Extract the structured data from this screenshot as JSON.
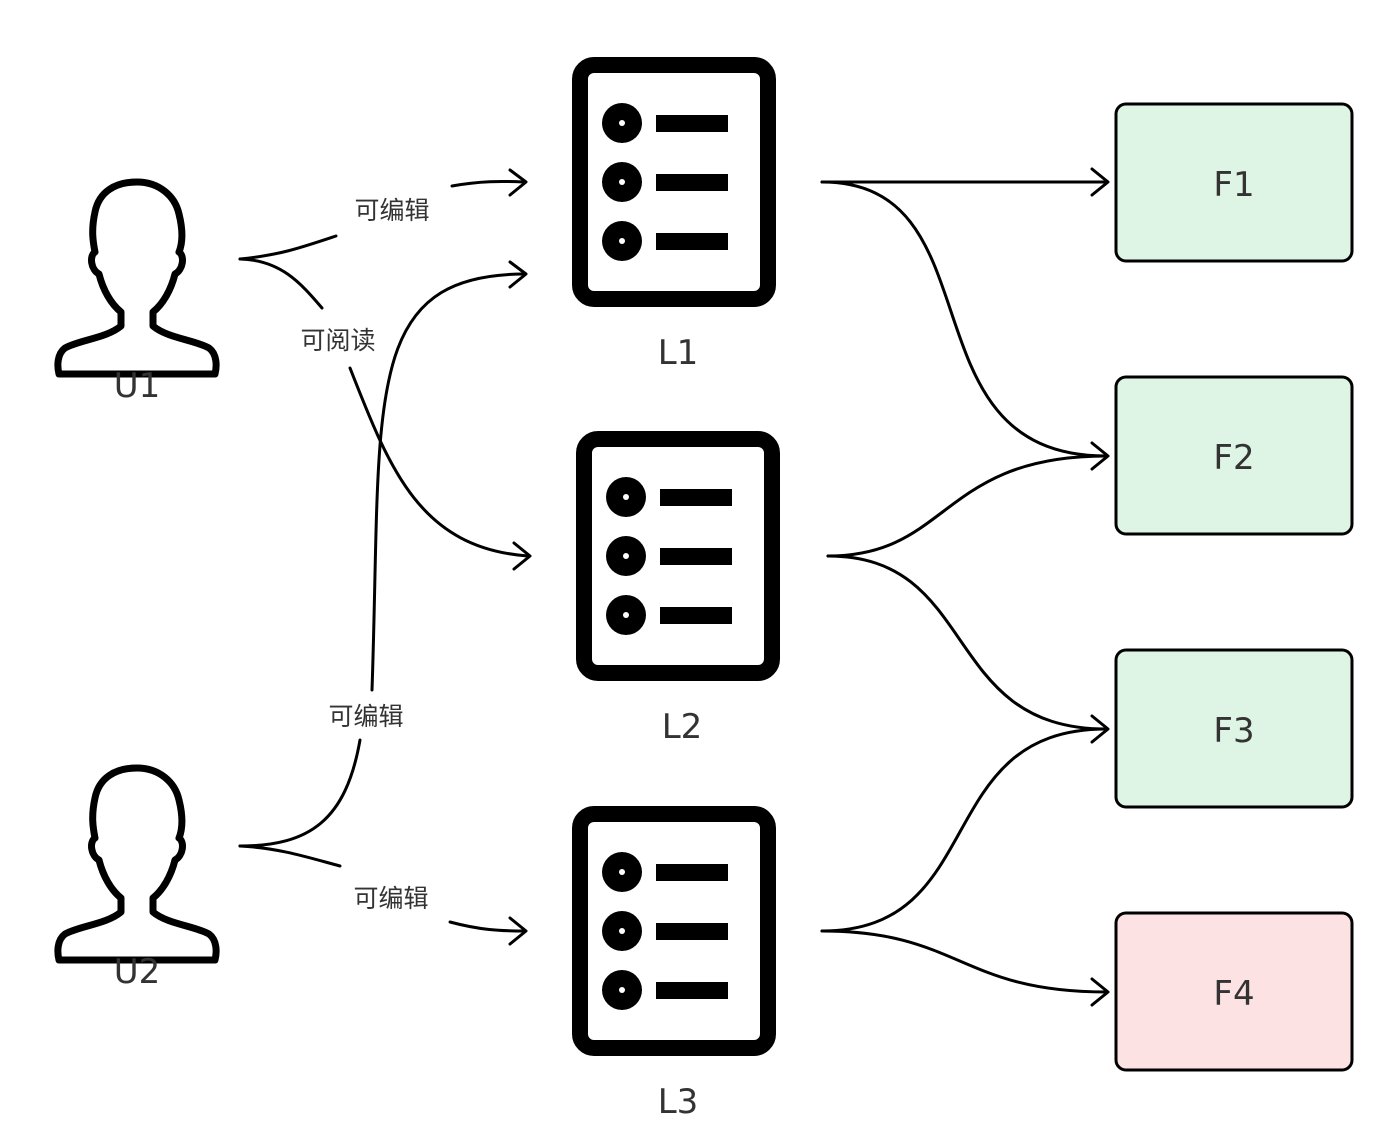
{
  "users": [
    {
      "id": "U1",
      "label": "U1"
    },
    {
      "id": "U2",
      "label": "U2"
    }
  ],
  "lists": [
    {
      "id": "L1",
      "label": "L1"
    },
    {
      "id": "L2",
      "label": "L2"
    },
    {
      "id": "L3",
      "label": "L3"
    }
  ],
  "files": [
    {
      "id": "F1",
      "label": "F1",
      "fill": "#def5e5"
    },
    {
      "id": "F2",
      "label": "F2",
      "fill": "#def5e5"
    },
    {
      "id": "F3",
      "label": "F3",
      "fill": "#def5e5"
    },
    {
      "id": "F4",
      "label": "F4",
      "fill": "#fde2e4"
    }
  ],
  "permissions": [
    {
      "from": "U1",
      "to": "L1",
      "label": "可编辑"
    },
    {
      "from": "U1",
      "to": "L2",
      "label": "可阅读"
    },
    {
      "from": "U2",
      "to": "L1",
      "label": "可编辑"
    },
    {
      "from": "U2",
      "to": "L3",
      "label": "可编辑"
    }
  ],
  "contains": [
    {
      "from": "L1",
      "to": "F1"
    },
    {
      "from": "L1",
      "to": "F2"
    },
    {
      "from": "L2",
      "to": "F2"
    },
    {
      "from": "L2",
      "to": "F3"
    },
    {
      "from": "L3",
      "to": "F3"
    },
    {
      "from": "L3",
      "to": "F4"
    }
  ],
  "icons": {
    "user": "user-silhouette-icon",
    "list": "document-list-icon"
  }
}
